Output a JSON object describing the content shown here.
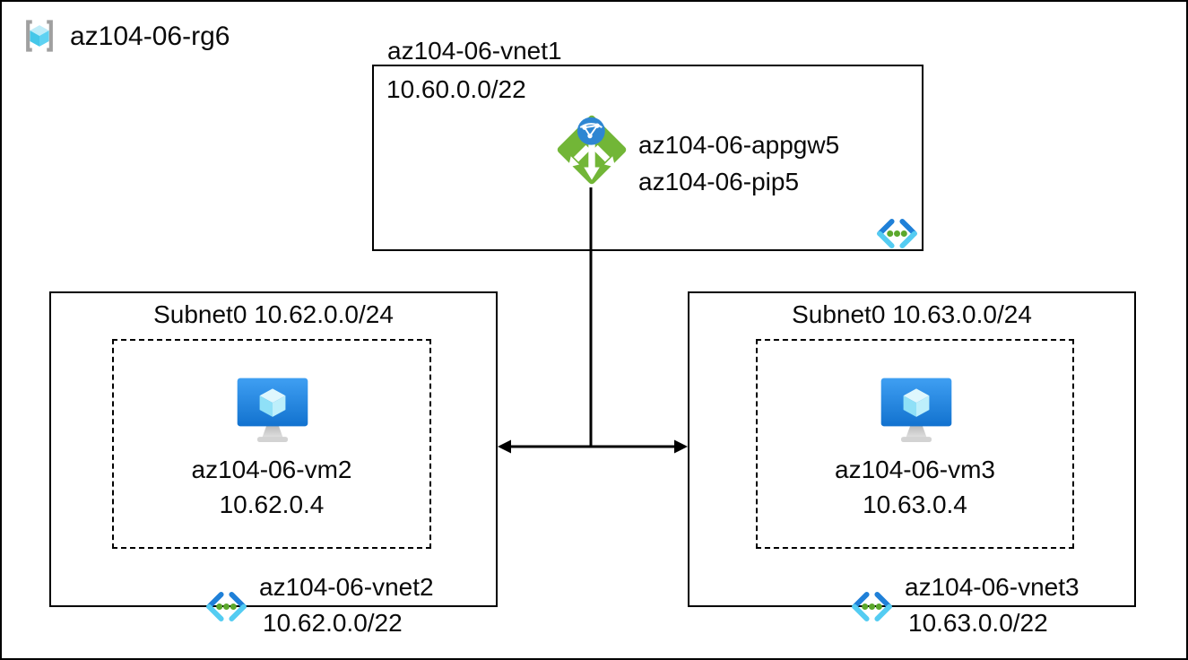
{
  "resource_group": {
    "label": "az104-06-rg6"
  },
  "vnet1": {
    "name": "az104-06-vnet1",
    "cidr": "10.60.0.0/22",
    "appgw_name": "az104-06-appgw5",
    "pip_name": "az104-06-pip5"
  },
  "vnet2": {
    "subnet_label": "Subnet0 10.62.0.0/24",
    "vm_name": "az104-06-vm2",
    "vm_ip": "10.62.0.4",
    "name": "az104-06-vnet2",
    "cidr": "10.62.0.0/22"
  },
  "vnet3": {
    "subnet_label": "Subnet0 10.63.0.0/24",
    "vm_name": "az104-06-vm3",
    "vm_ip": "10.63.0.4",
    "name": "az104-06-vnet3",
    "cidr": "10.63.0.0/22"
  },
  "icons": {
    "resource_group": "resource-group-icon",
    "virtual_network": "virtual-network-icon",
    "application_gateway": "application-gateway-icon",
    "virtual_machine": "virtual-machine-icon"
  },
  "colors": {
    "line": "#000000",
    "appgw_green": "#72b637",
    "globe_blue": "#2e86d2",
    "vnet_dark_blue": "#1f80d8",
    "vnet_light_cyan": "#54ccf2",
    "vnet_dot_green": "#5ba82c",
    "vm_screen_top": "#3f9ff2",
    "vm_screen_bottom": "#1272cf",
    "bracket_grey": "#a0a0a0"
  }
}
